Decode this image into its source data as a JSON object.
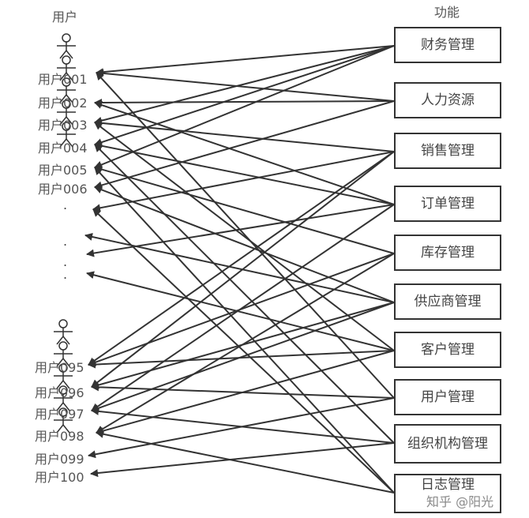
{
  "header": {
    "users_title": "用户",
    "functions_title": "功能"
  },
  "users": [
    "用户001",
    "用户002",
    "用户003",
    "用户004",
    "用户005",
    "用户006",
    "用户095",
    "用户096",
    "用户097",
    "用户098",
    "用户099",
    "用户100"
  ],
  "ellipsis": [
    ".",
    ".",
    ".",
    "."
  ],
  "functions": [
    "财务管理",
    "人力资源",
    "销售管理",
    "订单管理",
    "库存管理",
    "供应商管理",
    "客户管理",
    "用户管理",
    "组织机构管理",
    "日志管理"
  ],
  "edges": [
    [
      0,
      0
    ],
    [
      0,
      2
    ],
    [
      0,
      4
    ],
    [
      0,
      3
    ],
    [
      1,
      1
    ],
    [
      1,
      0
    ],
    [
      1,
      5
    ],
    [
      2,
      2
    ],
    [
      2,
      6
    ],
    [
      2,
      7
    ],
    [
      3,
      3
    ],
    [
      3,
      8
    ],
    [
      3,
      1
    ],
    [
      4,
      4
    ],
    [
      4,
      6
    ],
    [
      4,
      9
    ],
    [
      5,
      5
    ],
    [
      5,
      7
    ],
    [
      5,
      8
    ],
    [
      6,
      6
    ],
    [
      6,
      2
    ],
    [
      6,
      9
    ],
    [
      7,
      7
    ],
    [
      7,
      0
    ],
    [
      7,
      10
    ],
    [
      8,
      8
    ],
    [
      8,
      3
    ],
    [
      8,
      11
    ],
    [
      9,
      9
    ],
    [
      9,
      4
    ],
    [
      9,
      12
    ],
    [
      10,
      10
    ],
    [
      10,
      1
    ],
    [
      10,
      13
    ],
    [
      11,
      11
    ],
    [
      11,
      14
    ],
    [
      11,
      15
    ],
    [
      12,
      12
    ],
    [
      12,
      13
    ],
    [
      13,
      0
    ],
    [
      14,
      1
    ],
    [
      15,
      2
    ],
    [
      3,
      14
    ],
    [
      5,
      13
    ],
    [
      6,
      15
    ],
    [
      2,
      12
    ]
  ],
  "watermark": "知乎 @阳光",
  "colors": {
    "line": "#333333",
    "text": "#555555"
  }
}
